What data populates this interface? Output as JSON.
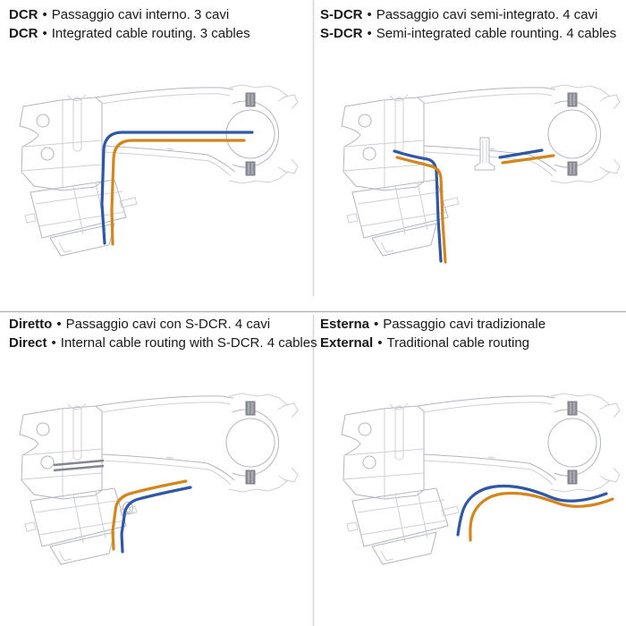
{
  "colors": {
    "cable_blue": "#2F57A5",
    "cable_orange": "#D2861C"
  },
  "quadrants": [
    {
      "id": "dcr",
      "lines": [
        {
          "term": "DCR",
          "bullet": "•",
          "desc": "Passaggio cavi interno. 3 cavi"
        },
        {
          "term": "DCR",
          "bullet": "•",
          "desc": "Integrated cable routing. 3 cables"
        }
      ]
    },
    {
      "id": "s-dcr",
      "lines": [
        {
          "term": "S-DCR",
          "bullet": "•",
          "desc": "Passaggio cavi semi-integrato. 4 cavi"
        },
        {
          "term": "S-DCR",
          "bullet": "•",
          "desc": "Semi-integrated cable rounting. 4 cables"
        }
      ]
    },
    {
      "id": "direct",
      "lines": [
        {
          "term": "Diretto",
          "bullet": "•",
          "desc": "Passaggio cavi con S-DCR. 4 cavi"
        },
        {
          "term": "Direct",
          "bullet": "•",
          "desc": "Internal cable routing with S-DCR. 4 cables"
        }
      ]
    },
    {
      "id": "external",
      "lines": [
        {
          "term": "Esterna",
          "bullet": "•",
          "desc": "Passaggio cavi tradizionale"
        },
        {
          "term": "External",
          "bullet": "•",
          "desc": "Traditional cable routing"
        }
      ]
    }
  ]
}
